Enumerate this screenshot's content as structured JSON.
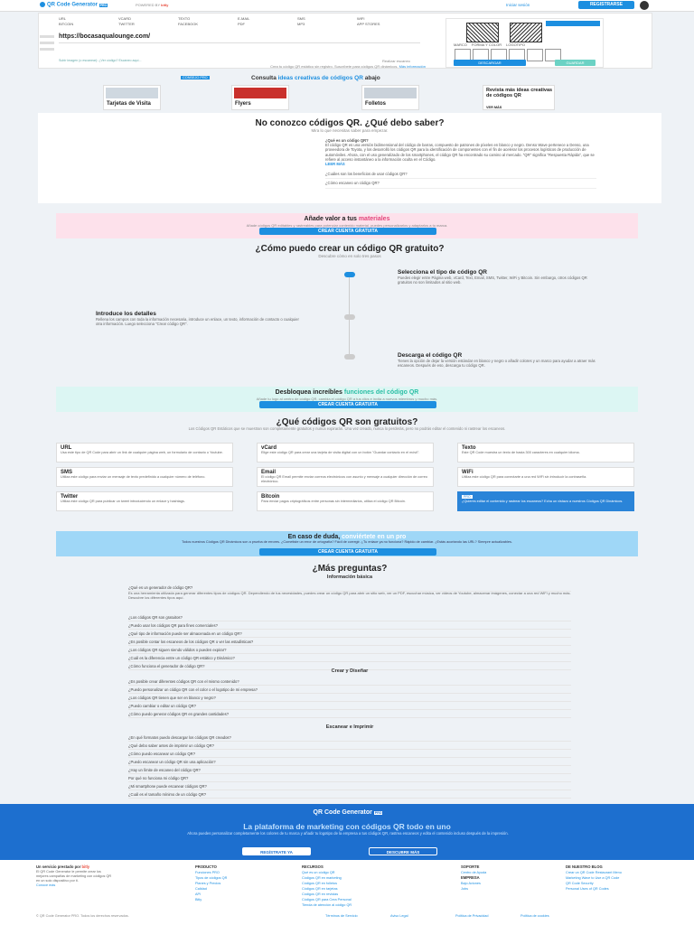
{
  "header": {
    "logo": "QR Code Generator",
    "badge": "PRO",
    "powered_by": "POWERED BY",
    "bitly": "bitly",
    "login": "Iniciar sesión",
    "register": "REGISTRARSE"
  },
  "generator": {
    "tabs": [
      "URL",
      "VCARD",
      "TEXTO",
      "E-MAIL",
      "SMS",
      "WIFI",
      "BITCOIN",
      "TWITTER",
      "FACEBOOK",
      "PDF",
      "MP3",
      "APP STORES"
    ],
    "url": "https://bocasaqualounge.com/",
    "hint": "Subir imagen (o escanear): ¿Ver código? Escaneo aquí...",
    "download": "DESCARGAR",
    "save": "GUARDAR",
    "scan_label": "Escanear",
    "frame_label": "MARCO",
    "shape_label": "FORMA Y COLOR",
    "logo_label": "LOGOTIPO",
    "notice": "Realizar escaneo"
  },
  "tip": {
    "text": "Crea tu código QR estático sin registro. Suscríbete para códigos QR dinámicos.",
    "link": "Más información"
  },
  "inspiration": {
    "pro": "CONSEJO PRO",
    "title_prefix": "Consulta ",
    "title_highlight": "ideas creativas de códigos QR",
    "title_suffix": " abajo",
    "cards": [
      "Tarjetas de Visita",
      "Flyers",
      "Folletos",
      "Revista más ideas creativas de códigos QR"
    ],
    "see_more": "VER MÁS"
  },
  "faq1": {
    "title": "No conozco códigos QR. ¿Qué debo saber?",
    "subtitle": "Mira lo que necesitas saber para empezar.",
    "q1": "¿Qué es un código QR?",
    "a1": "El código QR es una versión bidimensional del código de barras, compuesto de patrones de píxeles en blanco y negro. Denso Wave pertenece a Denso, una proveedora de Toyota, y los desarrolló los códigos QR para la identificación de componentes con el fin de acelerar los procesos logísticos de producción de automóviles. Ahora, con el uso generalizado de los smartphones, el código QR ha encontrado su camino al mercado. \"QR\" significa \"Respuesta Rápida\", que se refiere al acceso instantáneo a la información oculta en el Código.",
    "see_more": "LEER MÁS",
    "q2": "¿Cuáles son los beneficios de usar códigos QR?",
    "q3": "¿Cómo escaneo un código QR?"
  },
  "pink": {
    "title_prefix": "Añade valor a tus ",
    "title_highlight": "materiales",
    "subtitle": "Añade códigos QR editables y rastreables para potenciar contenido material, puedes personalizarlos y adaptarlos a tu marca.",
    "button": "CREAR CUENTA GRATUITA"
  },
  "steps": {
    "title": "¿Cómo puedo crear un código QR gratuito?",
    "subtitle": "Descubre cómo en solo tres pasos",
    "s1_title": "Selecciona el tipo de código QR",
    "s1_text": "Puedes elegir entre Página web, vCard, Text, Email, SMS, Twitter, WiFi y Bitcoin. Sin embargo, otros códigos QR gratuitos no son limitados al sitio web.",
    "s2_title": "Introduce los detalles",
    "s2_text": "Rellena los campos con toda la información necesaria, introduce un enlace, un texto, información de contacto o cualquier otra información. Luego selecciona \"Crear código QR\".",
    "s3_title": "Descarga el código QR",
    "s3_text": "Tienes la opción de dejar la versión estándar en blanco y negro o añadir colores y un marco para ayudar a atraer más escaneos. Después de eso, descarga tu código QR."
  },
  "cyan": {
    "title_prefix": "Desbloquea increíbles ",
    "title_highlight": "funciones del código QR",
    "subtitle": "Añade tu logo al centro de código QR, cambia el código QR a tus clics e invita a nuevos miembros y mucho más.",
    "button": "CREAR CUENTA GRATUITA"
  },
  "free": {
    "title": "¿Qué códigos QR son gratuitos?",
    "subtitle": "Los Códigos QR Estáticos que se muestran son completamente gratuitos y nunca expirarán. Una vez creado, nunca lo perderás, pero no podrás editar el contenido ni rastrear los escaneos.",
    "cards": [
      {
        "t": "URL",
        "d": "Usa este tipo de QR Code para abrir un link de cualquier página web, un formulario de contacto o Youtube."
      },
      {
        "t": "vCard",
        "d": "Elige este código QR para crear una tarjeta de visita digital con un botón \"Guardar contacto en el móvil\"."
      },
      {
        "t": "Texto",
        "d": "Este QR Code muestra un texto de hasta 300 caracteres en cualquier idioma."
      },
      {
        "t": "SMS",
        "d": "Utiliza este código para enviar un mensaje de texto predefinido a cualquier número de teléfono."
      },
      {
        "t": "Email",
        "d": "El código QR Email permite enviar correos electrónicos con asunto y mensaje a cualquier dirección de correo electrónico."
      },
      {
        "t": "WiFi",
        "d": "Utiliza este código QR para conectarte a una red WiFi sin introducir la contraseña."
      },
      {
        "t": "Twitter",
        "d": "Utiliza este código QR para publicar un tweet introduciendo un enlace y hashtags."
      },
      {
        "t": "Bitcoin",
        "d": "Para enviar pagos criptográficos entre personas sin intermediarios, utiliza el código QR Bitcoin."
      }
    ],
    "pro_badge": "PRO",
    "pro_text": "¿Quieres editar el contenido y rastrear los escaneos? Echa un vistazo a nuestros Códigos QR Dinámicos."
  },
  "doubt": {
    "title_prefix": "En caso de duda, ",
    "title_highlight": "conviértete en un pro",
    "subtitle": "Todos nuestros Códigos QR Dinámicos son a prueba de errores. ¿Cometiste un error de ortografía? Fácil de corregir. ¿Tu enlace ya no funciona? Rápido de cambiar. ¿Estás acortando las URL? Siempre actualizables.",
    "button": "CREAR CUENTA GRATUITA"
  },
  "more": {
    "title": "¿Más preguntas?",
    "basic": "Información básica",
    "q_basic": [
      "¿Qué es un generador de código QR?",
      "¿Los códigos QR son gratuitos?",
      "¿Puedo usar los códigos QR para fines comerciales?",
      "¿Qué tipo de información puede ser almacenada en un código QR?",
      "¿Es posible contar los escaneos de los códigos QR o ver las estadísticas?",
      "¿Los códigos QR siguen siendo válidos o pueden expirar?",
      "¿Cuál es la diferencia entre un código QR estático y Dinámico?",
      "¿Cómo funciona el generador de código QR?"
    ],
    "a_basic": "Es una herramienta utilizada para generar diferentes tipos de códigos QR. Dependiendo de tus necesidades, puedes crear un código QR para abrir un sitio web, ver un PDF, escuchar música, ver videos de Youtube, almacenar imágenes, conectar a una red WiFi y mucho más. Descubre los diferentes tipos aquí.",
    "design": "Crear y Diseñar",
    "q_design": [
      "¿Es posible crear diferentes códigos QR con el mismo contenido?",
      "¿Puedo personalizar un código QR con el color o el logotipo de mi empresa?",
      "¿Los códigos QR tienen que ser en blanco y negro?",
      "¿Puedo cambiar o editar un código QR?",
      "¿Cómo puedo generar códigos QR en grandes cantidades?"
    ],
    "scan": "Escanear e Imprimir",
    "q_scan": [
      "¿En qué formatos puedo descargar los códigos QR creados?",
      "¿Qué debo saber antes de imprimir un código QR?",
      "¿Cómo puedo escanear un código QR?",
      "¿Puedo escanear un código QR sin una aplicación?",
      "¿Hay un límite de escaneo del código QR?",
      "Por qué no funciona mi código QR?",
      "¿Mi smartphone puede escanear códigos QR?",
      "¿Cuál es el tamaño mínimo de un código QR?"
    ]
  },
  "platform": {
    "logo": "QR Code Generator",
    "badge": "PRO",
    "title": "La plataforma de marketing con códigos QR todo en uno",
    "subtitle": "Ahora puedes personalizar completamente los colores de tu marca y añadir tu logotipo de la empresa a tus códigos QR, rastrea escaneos y edita el contenido incluso después de la impresión.",
    "register": "REGÍSTRATE YA",
    "discover": "DESCUBRE MÁS"
  },
  "footer": {
    "brand_head": "Un servicio prestado por",
    "bitly": "bitly",
    "brand_text": "El QR Code Generator le permite crear los mejores campañas de marketing con códigos QR en un solo dispositivo por ti.",
    "sign": "Conoce más",
    "product_head": "PRODUCTO",
    "product": [
      "Funciones PRO",
      "Tipos de códigos QR",
      "Planes y Precios",
      "Calidad",
      "API",
      "Bitly"
    ],
    "resources_head": "RECURSOS",
    "resources": [
      "Qué es un código QR",
      "Códigos QR en marketing",
      "Códigos QR en folletos",
      "Códigos QR en tarjetas",
      "Códigos QR en revistas",
      "Códigos QR para Crea Personal",
      "Tienda de atención al código QR"
    ],
    "support_head": "SOPORTE",
    "support": [
      "Centro de Ayuda"
    ],
    "company_head": "EMPRESA",
    "company": [
      "Bajo Aviones",
      "Jobs"
    ],
    "blog_head": "DE NUESTRO BLOG",
    "blog": [
      "Crear un QR Code Restaurant Menu",
      "Marketing Wave to Use a QR Code",
      "QR Code Security",
      "Personal Uses of QR Codes"
    ],
    "copyright": "© QR Code Generator PRO. Todos los derechos reservados.",
    "legal": [
      "Términos de Servicio",
      "Aviso Legal",
      "Política de Privacidad",
      "Política de cookies"
    ]
  }
}
